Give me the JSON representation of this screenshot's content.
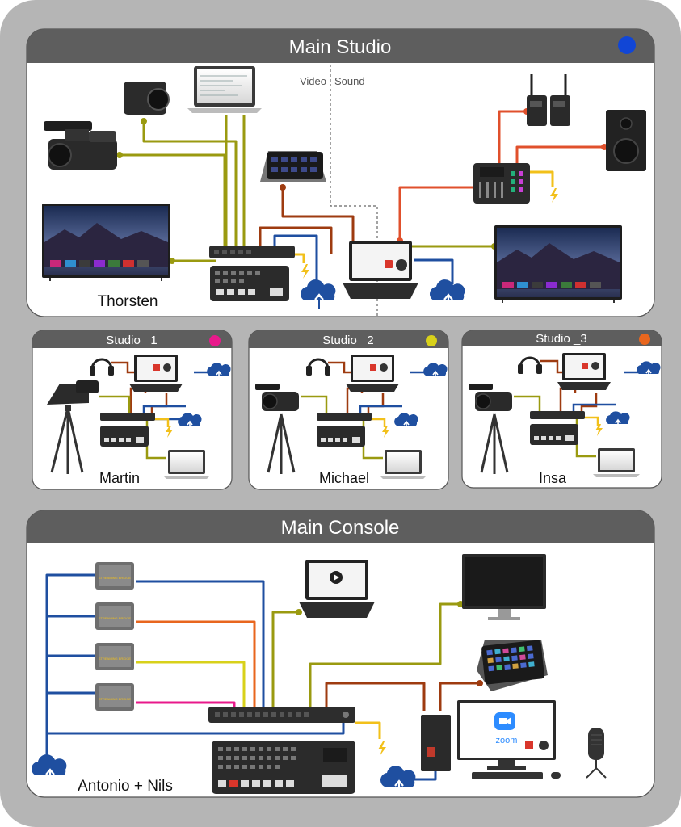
{
  "main_studio": {
    "title": "Main Studio",
    "person": "Thorsten",
    "divider_video_label": "Video",
    "divider_sound_label": "Sound",
    "badge_color": "#1146d6"
  },
  "studios": [
    {
      "title": "Studio _1",
      "person": "Martin",
      "badge_color": "#e8198b",
      "has_teleprompter": true
    },
    {
      "title": "Studio _2",
      "person": "Michael",
      "badge_color": "#d8d11a",
      "has_teleprompter": false
    },
    {
      "title": "Studio _3",
      "person": "Insa",
      "badge_color": "#e8661e",
      "has_teleprompter": false
    }
  ],
  "main_console": {
    "title": "Main Console",
    "person": "Antonio + Nils",
    "zoom_label": "zoom",
    "converter_label": "STREAMING BRIDGE"
  },
  "cable_colors": {
    "video": "#9a9a10",
    "network": "#1f4fa0",
    "usb": "#9e3b10",
    "audio": "#e0502c",
    "power": "#f2c01a",
    "bridge_blue": "#1f4fa0",
    "bridge_orange": "#e8661e",
    "bridge_yellow": "#d8d11a",
    "bridge_pink": "#e8198b"
  },
  "icons": {
    "cloud": "cloud-upload-icon",
    "power": "lightning-icon",
    "youtube": "youtube-icon",
    "zoom": "zoom-icon"
  }
}
